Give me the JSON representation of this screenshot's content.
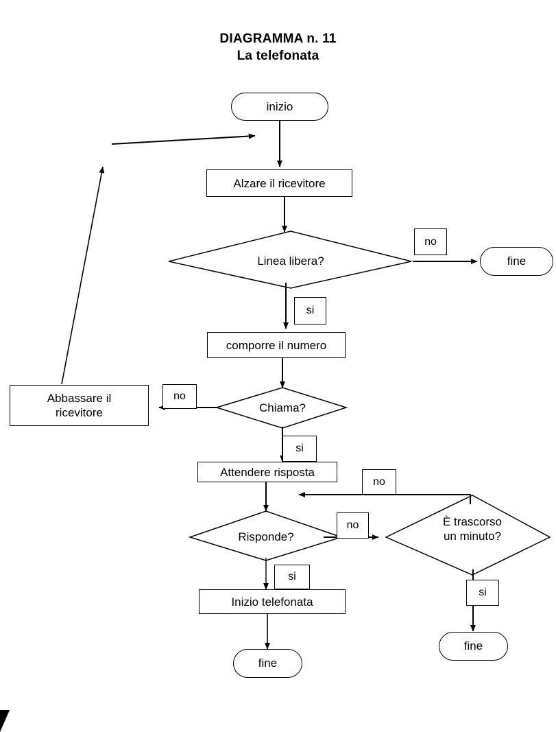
{
  "document": {
    "title_line1": "DIAGRAMMA n. 11",
    "title_line2": "La telefonata",
    "language": "Italian",
    "kind": "flowchart"
  },
  "nodes": {
    "start": {
      "label": "inizio",
      "shape": "terminal"
    },
    "lift_receiver": {
      "label": "Alzare il ricevitore",
      "shape": "process"
    },
    "line_free": {
      "label": "Linea libera?",
      "shape": "decision"
    },
    "end_line_busy": {
      "label": "fine",
      "shape": "terminal"
    },
    "dial_number": {
      "label": "comporre il numero",
      "shape": "process"
    },
    "ringing": {
      "label": "Chiama?",
      "shape": "decision"
    },
    "hang_up_line1": "Abbassare il",
    "hang_up_line2": "ricevitore",
    "wait_answer": {
      "label": "Attendere risposta",
      "shape": "process"
    },
    "answers": {
      "label": "Risponde?",
      "shape": "decision"
    },
    "one_minute_line1": "È  trascorso",
    "one_minute_line2": "un minuto?",
    "call_started": {
      "label": "Inizio telefonata",
      "shape": "process"
    },
    "end_call_started": {
      "label": "fine",
      "shape": "terminal"
    },
    "end_timeout": {
      "label": "fine",
      "shape": "terminal"
    }
  },
  "edge_labels": {
    "line_free_no": "no",
    "line_free_yes": "si",
    "ringing_no": "no",
    "ringing_yes": "si",
    "answers_no": "no",
    "answers_yes": "si",
    "one_minute_no": "no",
    "one_minute_yes": "si"
  },
  "colors": {
    "ink": "#000000",
    "paper": "#ffffff"
  }
}
